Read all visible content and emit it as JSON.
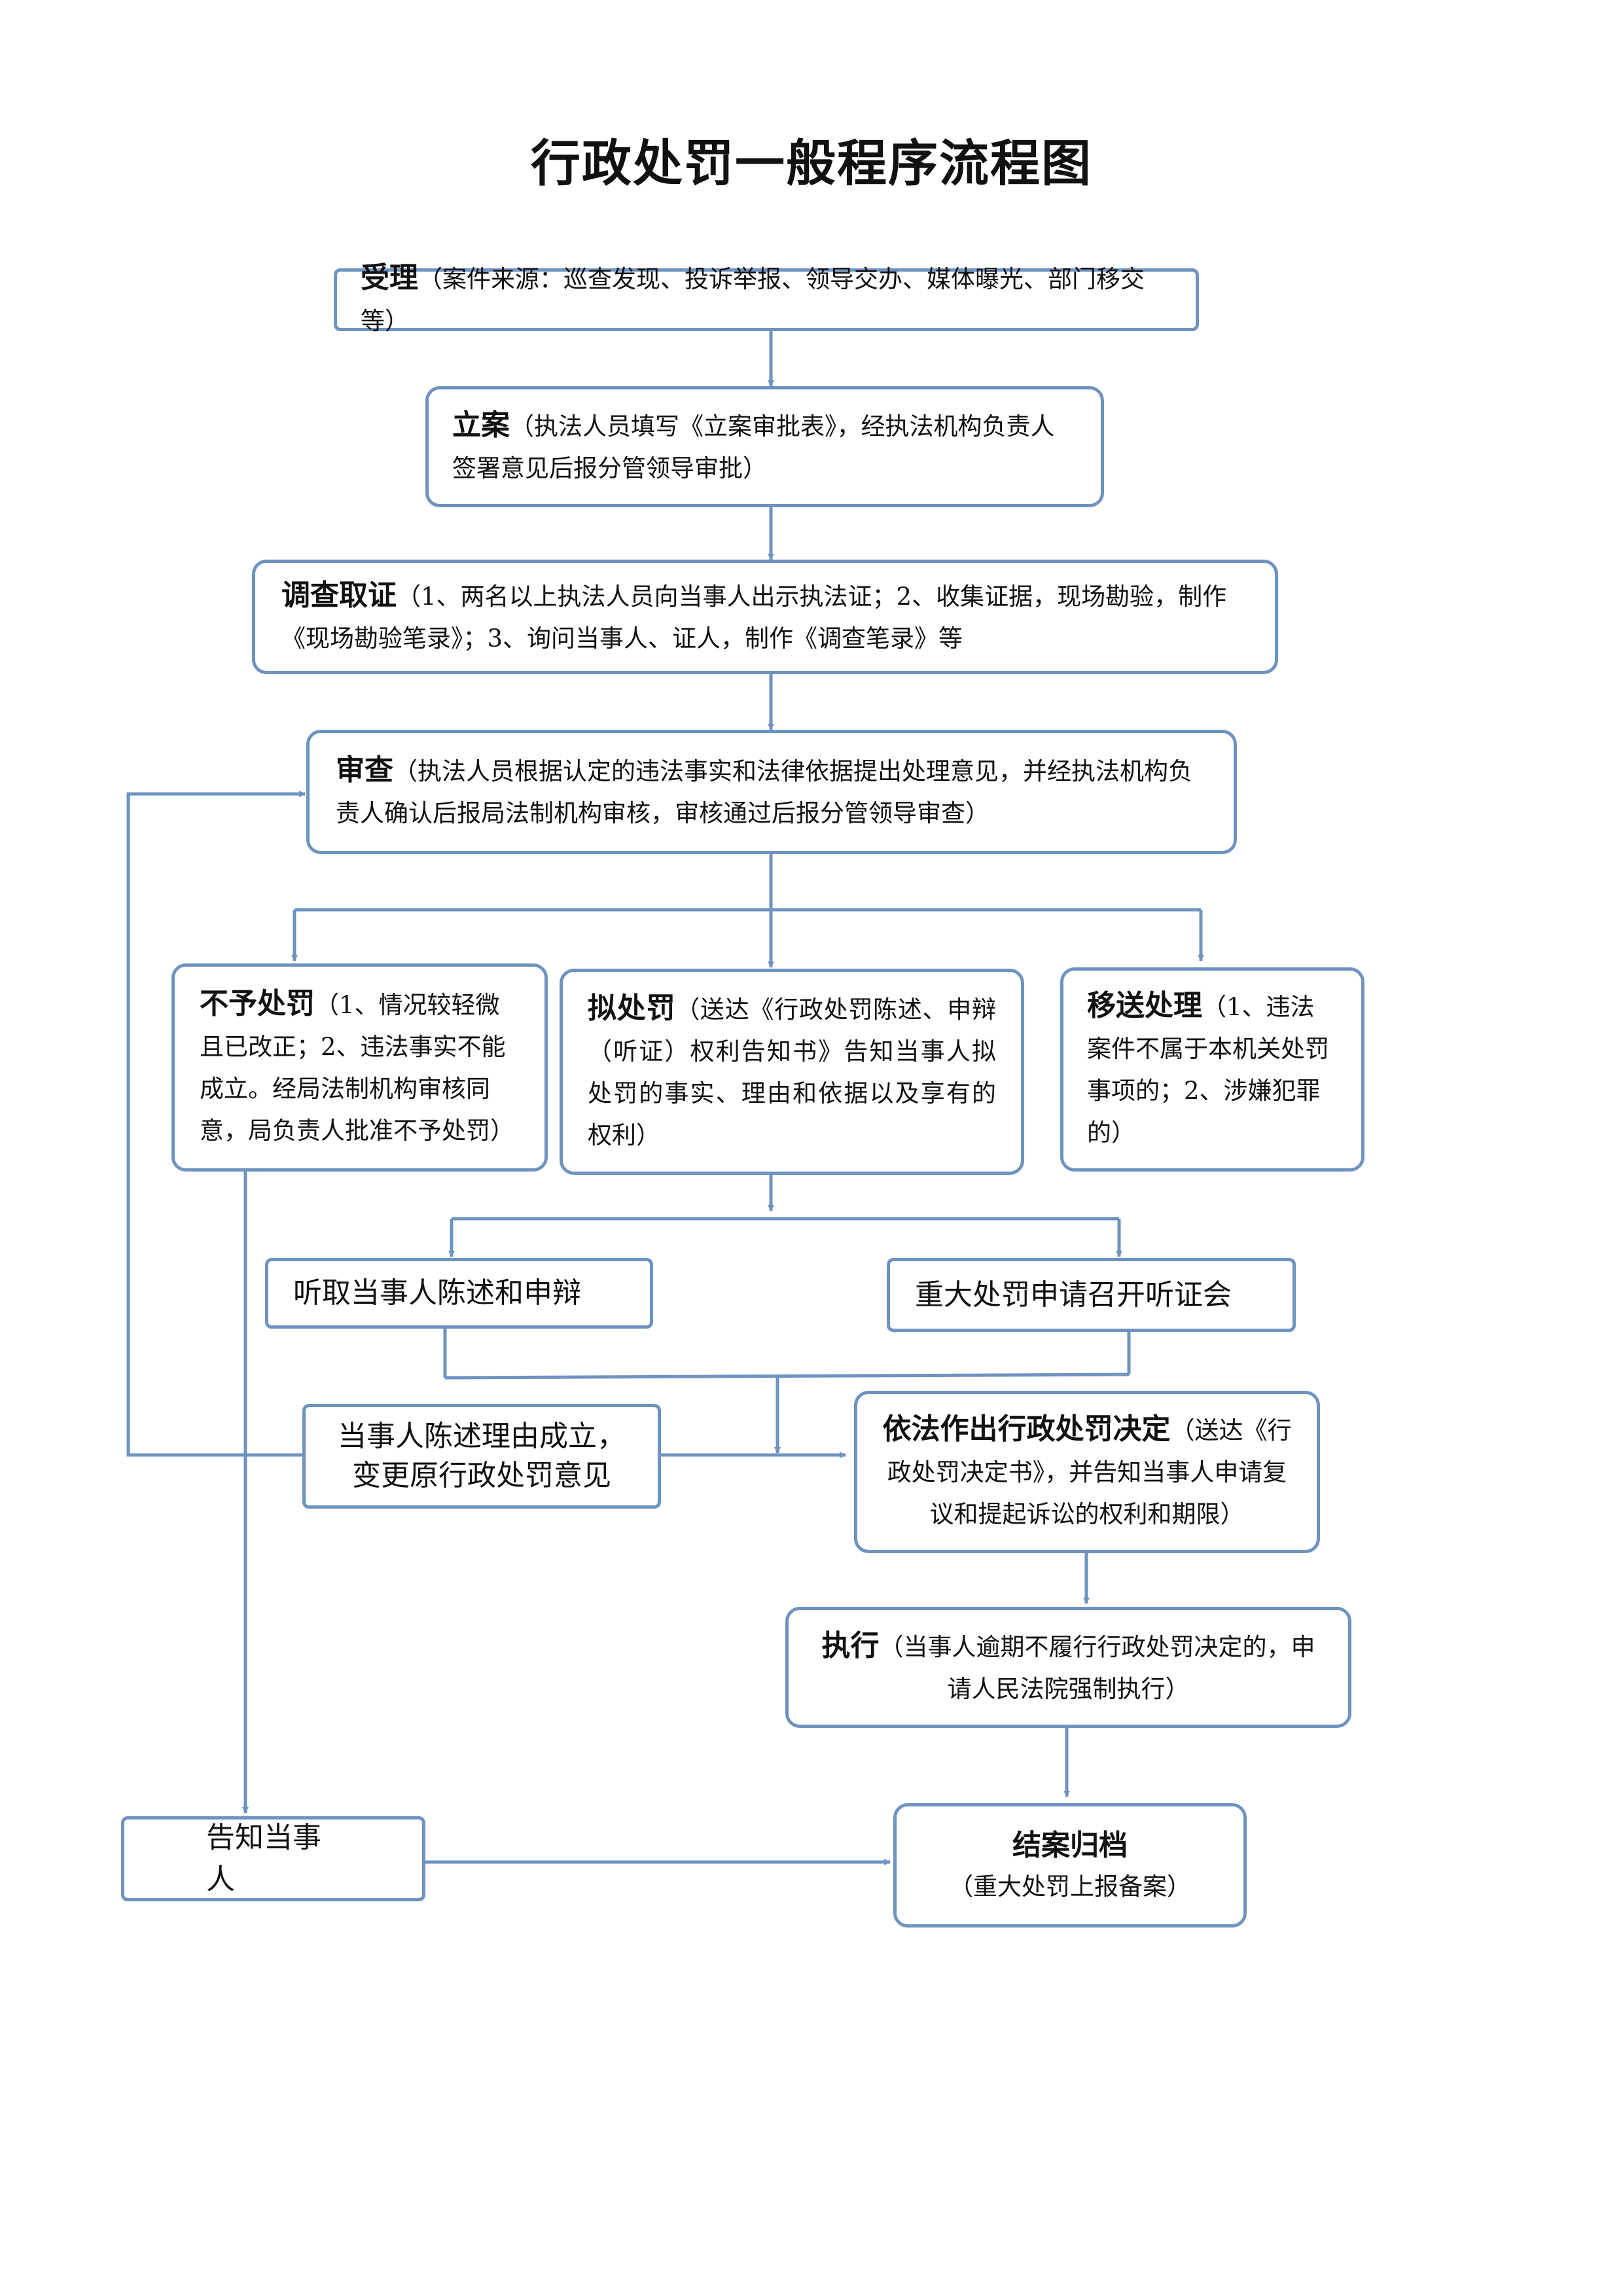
{
  "title": "行政处罚一般程序流程图",
  "colors": {
    "line": "#6f93c0",
    "border": "#6f93c0",
    "text": "#111111"
  },
  "nodes": {
    "accept": {
      "lead": "受理",
      "detail": "（案件来源：巡查发现、投诉举报、领导交办、媒体曝光、部门移交等）"
    },
    "filing": {
      "lead": "立案",
      "detail": "（执法人员填写《立案审批表》，经执法机构负责人签署意见后报分管领导审批）"
    },
    "investigate": {
      "lead": "调查取证",
      "detail": "（1、两名以上执法人员向当事人出示执法证；2、收集证据，现场勘验，制作《现场勘验笔录》；3、询问当事人、证人，制作《调查笔录》等"
    },
    "review": {
      "lead": "审查",
      "detail": "（执法人员根据认定的违法事实和法律依据提出处理意见，并经执法机构负责人确认后报局法制机构审核，审核通过后报分管领导审查）"
    },
    "no_penalty": {
      "lead": "不予处罚",
      "detail": "（1、情况较轻微且已改正；2、违法事实不能成立。经局法制机构审核同意，局负责人批准不予处罚）"
    },
    "proposed": {
      "lead": "拟处罚",
      "detail": "（送达《行政处罚陈述、申辩（听证）权利告知书》告知当事人拟处罚的事实、理由和依据以及享有的权利）"
    },
    "transfer": {
      "lead": "移送处理",
      "detail": "（1、违法案件不属于本机关处罚事项的；2、涉嫌犯罪的）"
    },
    "hear_statement": {
      "label": "听取当事人陈述和申辩"
    },
    "hearing": {
      "label": "重大处罚申请召开听证会"
    },
    "change": {
      "label": "当事人陈述理由成立，变更原行政处罚意见"
    },
    "decision": {
      "lead": "依法作出行政处罚决定",
      "detail": "（送达《行政处罚决定书》，并告知当事人申请复议和提起诉讼的权利和期限）"
    },
    "execute": {
      "lead": "执行",
      "detail": "（当事人逾期不履行行政处罚决定的，申请人民法院强制执行）"
    },
    "notify": {
      "label": "告知当事人"
    },
    "archive": {
      "lead": "结案归档",
      "detail": "（重大处罚上报备案）"
    }
  }
}
